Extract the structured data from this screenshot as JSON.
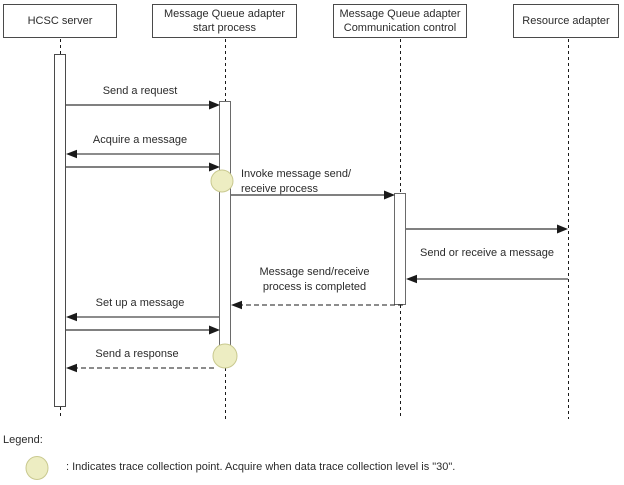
{
  "diagram": {
    "actors": [
      {
        "label": "HCSC server"
      },
      {
        "label": "Message Queue adapter\nstart process"
      },
      {
        "label": "Message Queue adapter\nCommunication control"
      },
      {
        "label": "Resource adapter"
      }
    ],
    "messages": {
      "send_request": "Send a request",
      "acquire_message": "Acquire a message",
      "invoke_process": "Invoke message send/\nreceive process",
      "send_or_receive": "Send or receive a message",
      "process_completed": "Message send/receive\nprocess is completed",
      "set_up_message": "Set up a message",
      "send_response": "Send a response"
    },
    "legend": {
      "title": "Legend:",
      "trace_point_text": ": Indicates trace collection point. Acquire when data trace collection level is \"30\"."
    },
    "colors": {
      "trace_point_fill": "#ededc2",
      "trace_point_border": "#c9c98f",
      "call_line": "#808080",
      "reply_line": "#1a1a1a",
      "lifeline": "#1a1a1a",
      "box_border": "#4a4a4a"
    }
  }
}
